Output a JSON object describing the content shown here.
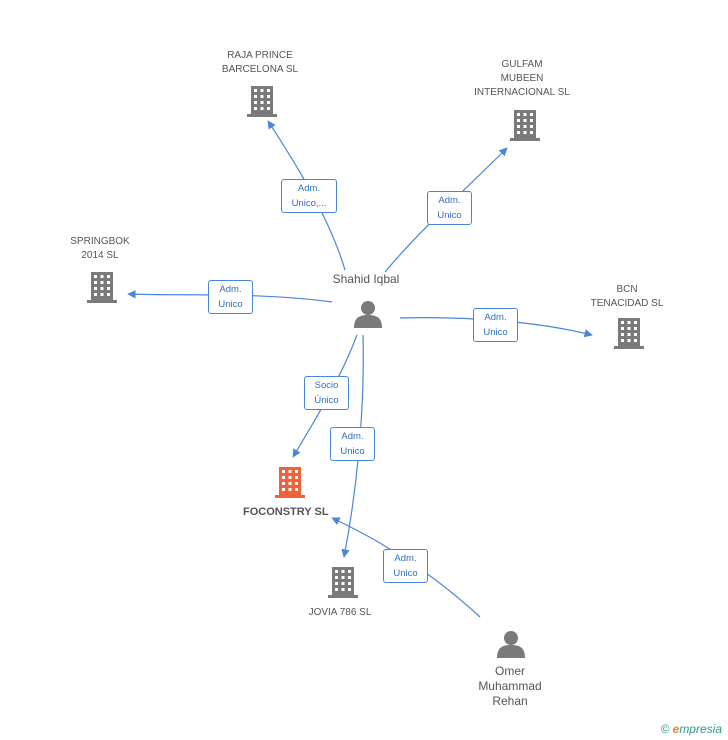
{
  "colors": {
    "edge": "#4a86d8",
    "company": "#7a7a7a",
    "main_company": "#f0623a",
    "person": "#7a7a7a",
    "brand": "#2a9a8f"
  },
  "persons": {
    "shahid": {
      "name": "Shahid Iqbal",
      "icon": "person-icon"
    },
    "omer": {
      "name_lines": [
        "Omer",
        "Muhammad",
        "Rehan"
      ],
      "icon": "person-icon"
    }
  },
  "companies": {
    "foconstry": {
      "name": "FOCONSTRY SL",
      "icon": "building-icon"
    },
    "raja": {
      "name_lines": [
        "RAJA PRINCE",
        "BARCELONA SL"
      ],
      "icon": "building-icon"
    },
    "gulfam": {
      "name_lines": [
        "GULFAM",
        "MUBEEN",
        "INTERNACIONAL SL"
      ],
      "icon": "building-icon"
    },
    "springbok": {
      "name_lines": [
        "SPRINGBOK",
        "2014  SL"
      ],
      "icon": "building-icon"
    },
    "bcn": {
      "name_lines": [
        "BCN",
        "TENACIDAD SL"
      ],
      "icon": "building-icon"
    },
    "jovia": {
      "name": "JOVIA 786  SL",
      "icon": "building-icon"
    }
  },
  "edges": {
    "raja": [
      "Adm.",
      "Unico,..."
    ],
    "gulfam": [
      "Adm.",
      "Unico"
    ],
    "springbok": [
      "Adm.",
      "Unico"
    ],
    "bcn": [
      "Adm.",
      "Unico"
    ],
    "foconstry_socio": [
      "Socio",
      "Único"
    ],
    "jovia": [
      "Adm.",
      "Unico"
    ],
    "omer_foconstry": [
      "Adm.",
      "Unico"
    ]
  },
  "brand": {
    "copyright": "©",
    "first_letter": "e",
    "rest": "mpresia"
  }
}
